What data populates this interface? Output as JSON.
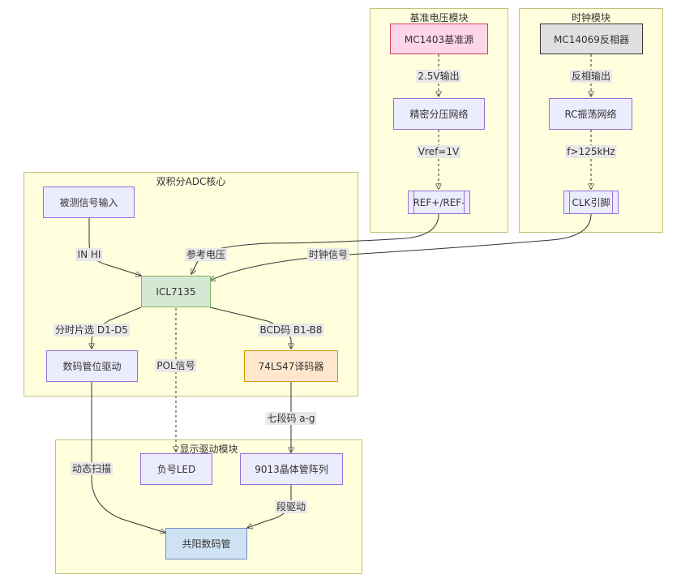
{
  "clusters": {
    "reference": "基准电压模块",
    "clock": "时钟模块",
    "adc_core": "双积分ADC核心",
    "display": "显示驱动模块"
  },
  "nodes": {
    "mc1403": "MC1403基准源",
    "divider": "精密分压网络",
    "ref_pins": "REF+/REF-",
    "mc14069": "MC14069反相器",
    "rc_net": "RC振荡网络",
    "clk_pin": "CLK引脚",
    "signal_in": "被测信号输入",
    "icl7135": "ICL7135",
    "digit_drive": "数码管位驱动",
    "decoder": "74LS47译码器",
    "neg_led": "负号LED",
    "transistor_array": "9013晶体管阵列",
    "display": "共阳数码管"
  },
  "edges": {
    "mc1403_divider": "2.5V输出",
    "divider_ref": "Vref=1V",
    "mc14069_rc": "反相输出",
    "rc_clk": "f>125kHz",
    "signal_icl": "IN HI",
    "ref_icl": "参考电压",
    "clk_icl": "时钟信号",
    "icl_digit": "分时片选 D1-D5",
    "icl_neg": "POL信号",
    "icl_decoder": "BCD码 B1-B8",
    "decoder_transistor": "七段码 a-g",
    "digit_display": "动态扫描",
    "transistor_display": "段驱动"
  },
  "colors": {
    "cluster_fill": "#ffffde",
    "cluster_stroke": "#c2c27a",
    "node_default_fill": "#ececff",
    "node_default_stroke": "#9370db",
    "mc1403_fill": "#ffd6e7",
    "mc1403_stroke": "#d04060",
    "mc14069_fill": "#e0e0e0",
    "mc14069_stroke": "#333333",
    "icl7135_fill": "#d5e8d4",
    "icl7135_stroke": "#82b366",
    "decoder_fill": "#ffe6cc",
    "decoder_stroke": "#d79b00",
    "display_fill": "#cfe2f3",
    "display_stroke": "#6c8ebf",
    "edge": "#333333",
    "label_bg": "#e8e8e8"
  }
}
